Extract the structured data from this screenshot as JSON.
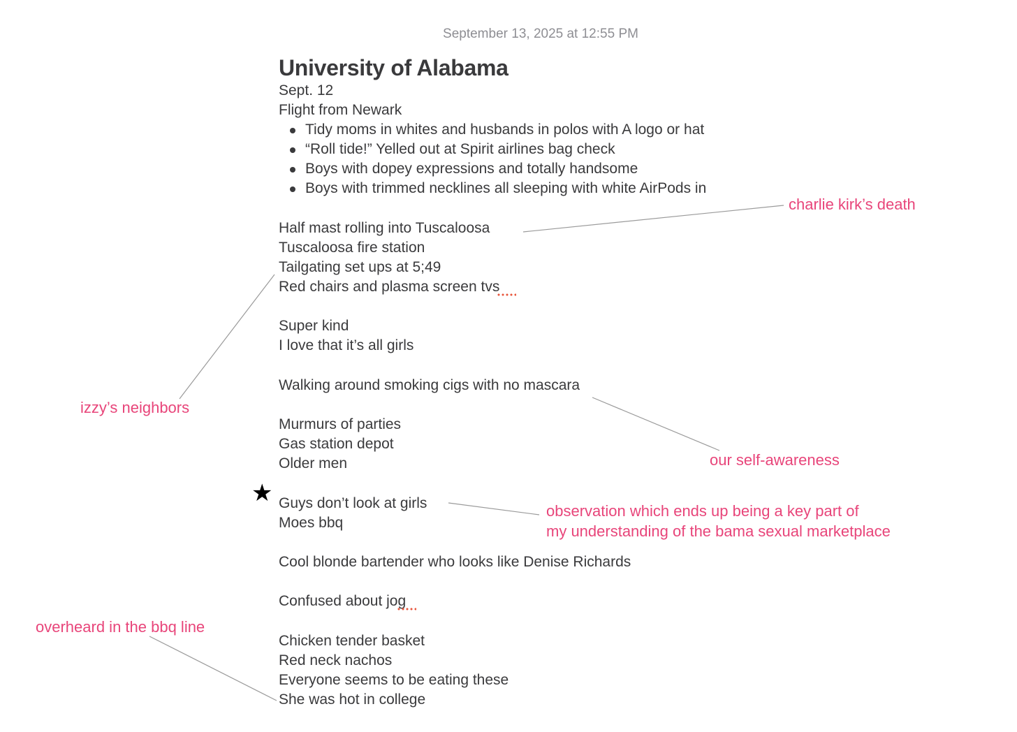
{
  "timestamp": "September 13, 2025 at 12:55 PM",
  "title": "University of Alabama",
  "lines": [
    "Sept. 12",
    "Flight from Newark",
    "Half mast rolling into Tuscaloosa",
    "Tuscaloosa fire station",
    "Tailgating set ups at 5;49",
    "Red chairs and plasma screen tvs",
    "Super kind",
    "I love that it’s all girls",
    "Walking around smoking cigs with no mascara",
    "Murmurs of parties",
    "Gas station depot",
    "Older men",
    "Guys don’t look at girls",
    "Moes bbq",
    "Cool blonde bartender who looks like Denise Richards",
    "Confused about jog",
    "Chicken tender basket",
    "Red neck nachos",
    "Everyone seems to be eating these",
    "She was hot in college"
  ],
  "bullets": [
    "Tidy moms in whites and husbands in polos with A logo or hat",
    "“Roll tide!” Yelled out at Spirit airlines bag check",
    "Boys with dopey expressions and totally handsome",
    "Boys with trimmed necklines all sleeping with white AirPods in"
  ],
  "annotations": {
    "charlie": "charlie kirk’s death",
    "izzy": "izzy’s neighbors",
    "self_awareness": "our self-awareness",
    "observation_line1": "observation which ends up being a key part of",
    "observation_line2": "my understanding of the bama sexual marketplace",
    "overheard": "overheard in the bbq line"
  },
  "star_glyph": "★",
  "colors": {
    "text": "#3a3a3c",
    "timestamp": "#8e8e93",
    "annotation": "#e8457a",
    "leader_line": "#9a9a9a",
    "spellcheck": "#e8563c"
  }
}
